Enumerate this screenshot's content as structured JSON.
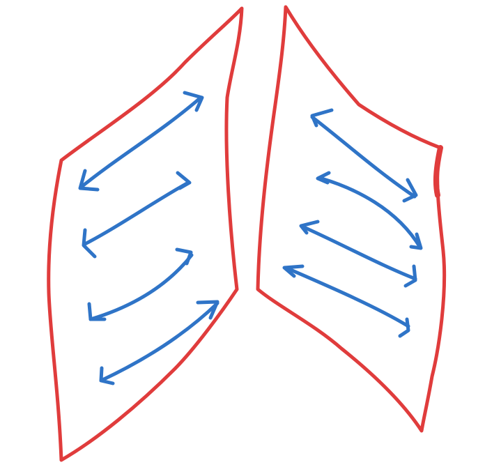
{
  "drawing": {
    "outline_color": "#e03c3c",
    "arrow_color": "#2f74c7",
    "background": "#ffffff",
    "shapes": [
      {
        "name": "left-panel",
        "kind": "outline",
        "arrow_count": 4
      },
      {
        "name": "right-panel",
        "kind": "outline",
        "arrow_count": 4
      }
    ],
    "arrow_style": "double-headed"
  }
}
